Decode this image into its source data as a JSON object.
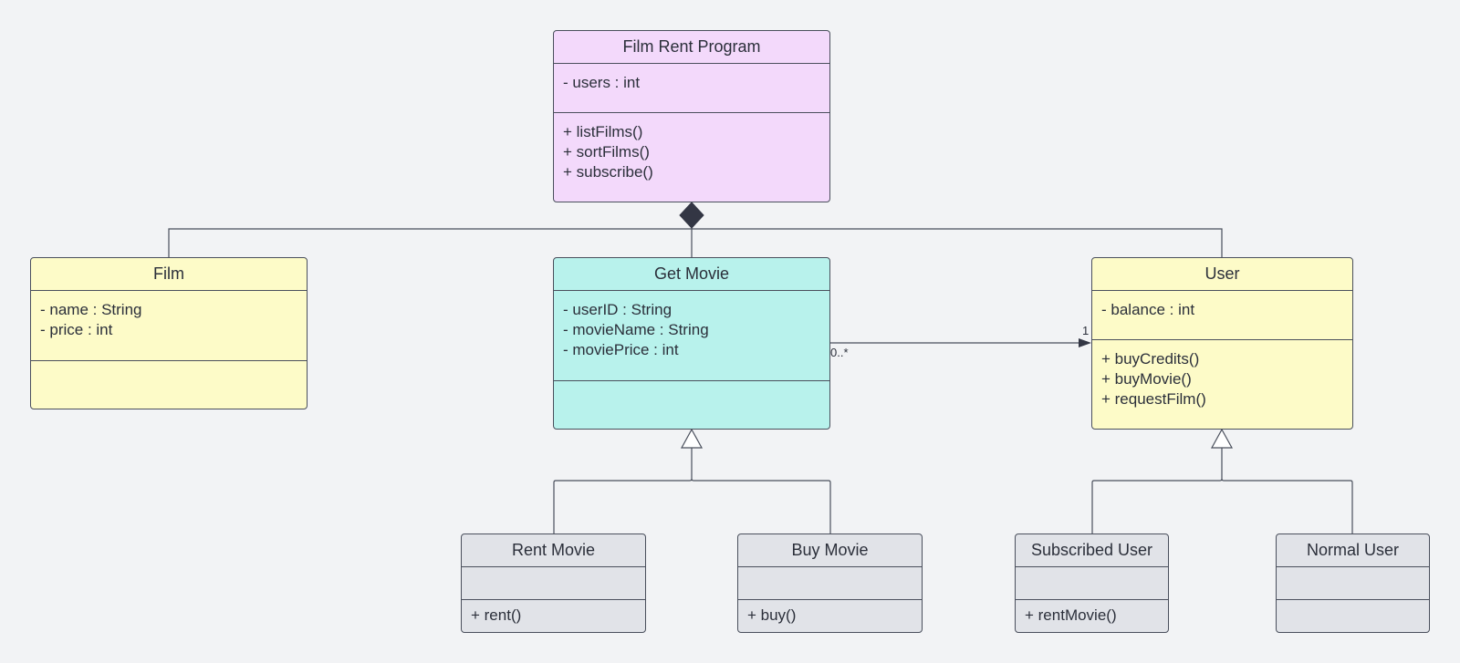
{
  "diagram": {
    "classes": {
      "film_rent_program": {
        "name": "Film Rent Program",
        "attributes": [
          "- users : int"
        ],
        "methods": [
          "+ listFilms()",
          "+ sortFilms()",
          "+ subscribe()"
        ]
      },
      "film": {
        "name": "Film",
        "attributes": [
          "- name : String",
          "- price : int"
        ],
        "methods": []
      },
      "get_movie": {
        "name": "Get Movie",
        "attributes": [
          "- userID : String",
          "- movieName : String",
          "- moviePrice : int"
        ],
        "methods": []
      },
      "user": {
        "name": "User",
        "attributes": [
          "- balance : int"
        ],
        "methods": [
          "+ buyCredits()",
          "+ buyMovie()",
          "+ requestFilm()"
        ]
      },
      "rent_movie": {
        "name": "Rent Movie",
        "attributes": [],
        "methods": [
          "+ rent()"
        ]
      },
      "buy_movie": {
        "name": "Buy Movie",
        "attributes": [],
        "methods": [
          "+ buy()"
        ]
      },
      "subscribed_user": {
        "name": "Subscribed User",
        "attributes": [],
        "methods": [
          "+ rentMovie()"
        ]
      },
      "normal_user": {
        "name": "Normal User",
        "attributes": [],
        "methods": []
      }
    },
    "multiplicities": {
      "get_movie_end": "0..*",
      "user_end": "1"
    },
    "colors": {
      "background": "#f2f3f5",
      "pink": "#f3d9fb",
      "yellow": "#fdfbc8",
      "teal": "#b8f2ec",
      "gray": "#e1e3e8",
      "line": "#4a4f5c",
      "composition_diamond": "#333644"
    }
  }
}
